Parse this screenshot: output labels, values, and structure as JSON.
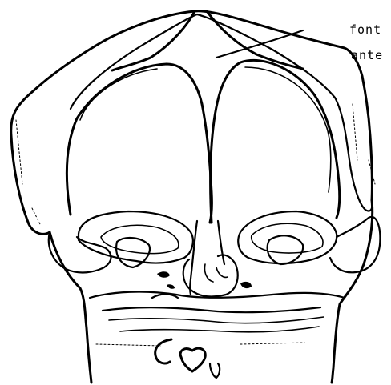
{
  "diagram": {
    "subject": "",
    "labels": [
      {
        "id": "anterior-fontanelle",
        "line1": "font",
        "line2": "ante"
      }
    ]
  }
}
